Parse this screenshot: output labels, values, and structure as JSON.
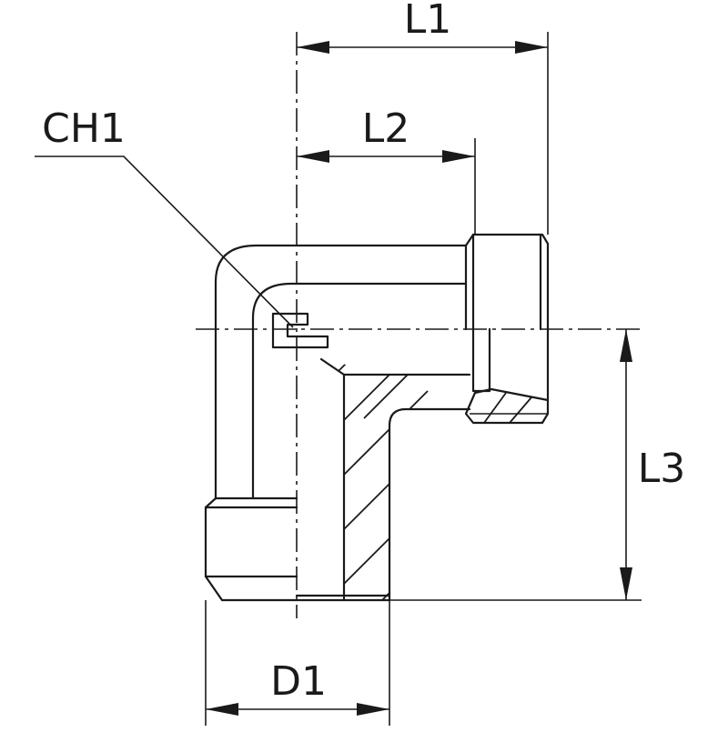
{
  "drawing": {
    "labels": {
      "l1": "L1",
      "l2": "L2",
      "l3": "L3",
      "ch1": "CH1",
      "d1": "D1"
    }
  }
}
